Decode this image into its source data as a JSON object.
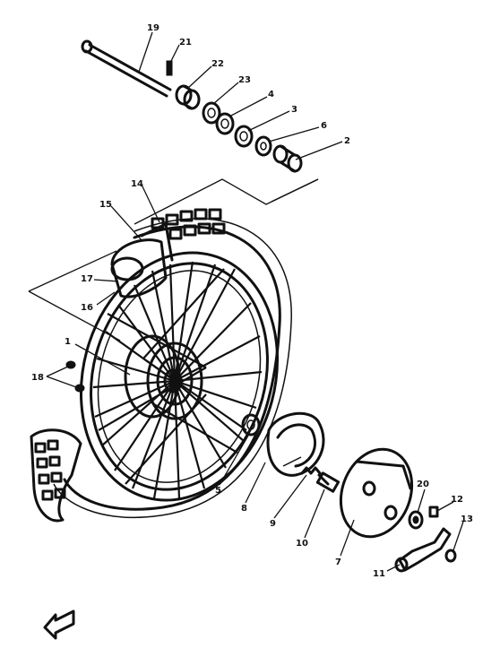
{
  "callouts": [
    {
      "id": "19",
      "text": "19"
    },
    {
      "id": "21",
      "text": "21"
    },
    {
      "id": "22",
      "text": "22"
    },
    {
      "id": "23",
      "text": "23"
    },
    {
      "id": "4",
      "text": "4"
    },
    {
      "id": "3",
      "text": "3"
    },
    {
      "id": "6a",
      "text": "6"
    },
    {
      "id": "2",
      "text": "2"
    },
    {
      "id": "14",
      "text": "14"
    },
    {
      "id": "15",
      "text": "15"
    },
    {
      "id": "17",
      "text": "17"
    },
    {
      "id": "16",
      "text": "16"
    },
    {
      "id": "1",
      "text": "1"
    },
    {
      "id": "18",
      "text": "18"
    },
    {
      "id": "5",
      "text": "5"
    },
    {
      "id": "8",
      "text": "8"
    },
    {
      "id": "9",
      "text": "9"
    },
    {
      "id": "10",
      "text": "10"
    },
    {
      "id": "7",
      "text": "7"
    },
    {
      "id": "20",
      "text": "20"
    },
    {
      "id": "12",
      "text": "12"
    },
    {
      "id": "13",
      "text": "13"
    },
    {
      "id": "11",
      "text": "11"
    }
  ]
}
